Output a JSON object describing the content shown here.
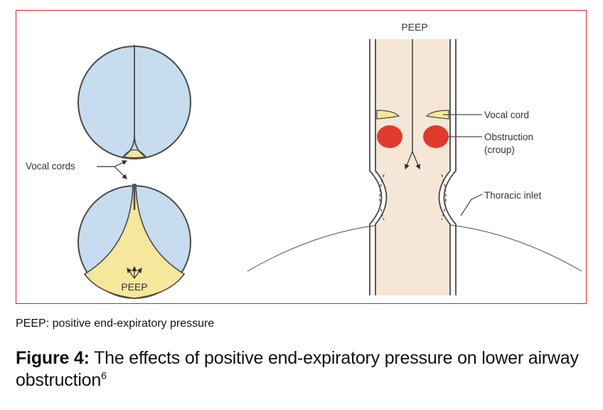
{
  "colors": {
    "frame_border": "#d9202a",
    "lung": "#c7dcef",
    "outline": "#4a4a4a",
    "fluid": "#f6e79c",
    "airway": "#f5e6d7",
    "obstruction": "#e03a2f"
  },
  "diagram": {
    "left": {
      "vocal_cords_label": "Vocal cords",
      "peep_label": "PEEP"
    },
    "right": {
      "peep_label": "PEEP",
      "vocal_cord_label": "Vocal cord",
      "obstruction_label": "Obstruction",
      "obstruction_sub_label": "(croup)",
      "thoracic_inlet_label": "Thoracic inlet"
    }
  },
  "abbrev_note": "PEEP: positive end-expiratory pressure",
  "caption": {
    "figure_number": "Figure 4:",
    "text": " The effects of positive end-expiratory pressure on lower airway obstruction",
    "reference": "6"
  }
}
